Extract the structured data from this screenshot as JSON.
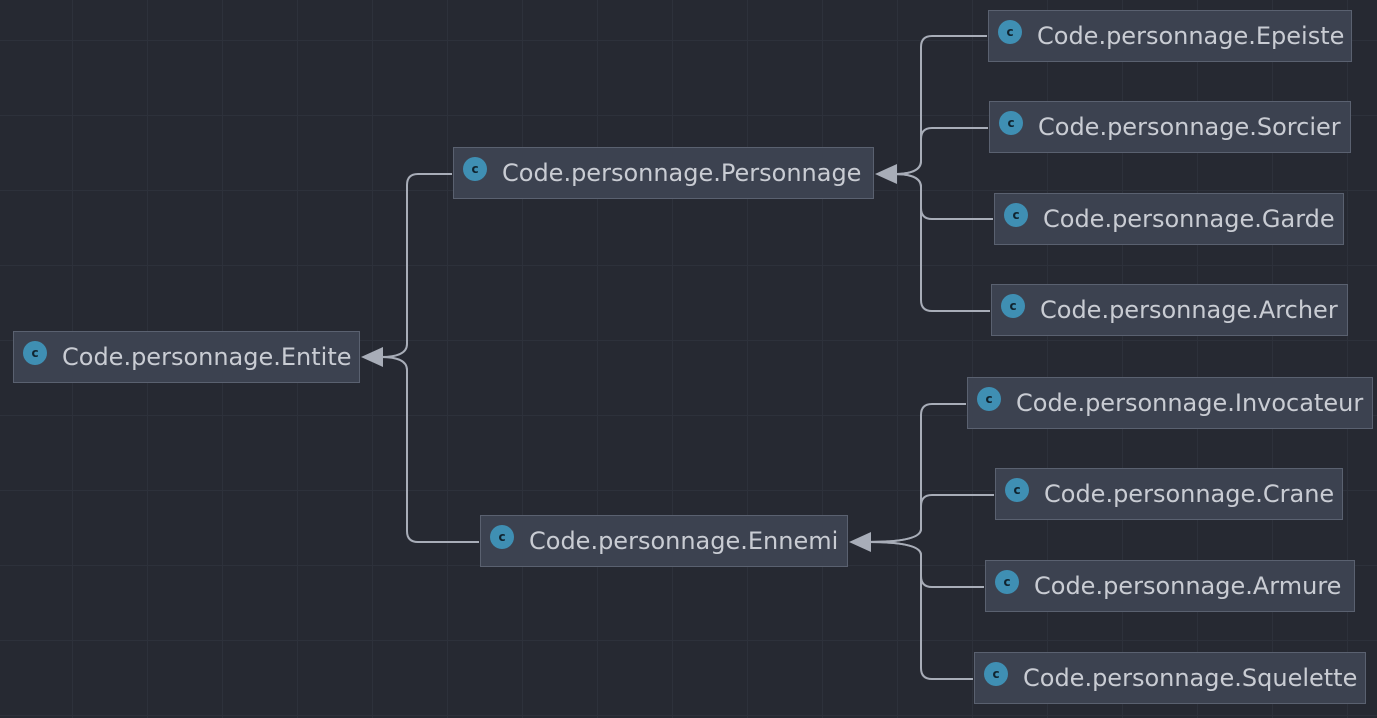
{
  "diagram": {
    "nodes": [
      {
        "id": "entite",
        "label": "Code.personnage.Entite",
        "icon": "class-c-icon"
      },
      {
        "id": "personnage",
        "label": "Code.personnage.Personnage",
        "icon": "class-c-icon"
      },
      {
        "id": "ennemi",
        "label": "Code.personnage.Ennemi",
        "icon": "class-c-icon"
      },
      {
        "id": "epeiste",
        "label": "Code.personnage.Epeiste",
        "icon": "class-c-icon"
      },
      {
        "id": "sorcier",
        "label": "Code.personnage.Sorcier",
        "icon": "class-c-icon"
      },
      {
        "id": "garde",
        "label": "Code.personnage.Garde",
        "icon": "class-c-icon"
      },
      {
        "id": "archer",
        "label": "Code.personnage.Archer",
        "icon": "class-c-icon"
      },
      {
        "id": "invocateur",
        "label": "Code.personnage.Invocateur",
        "icon": "class-c-icon"
      },
      {
        "id": "crane",
        "label": "Code.personnage.Crane",
        "icon": "class-c-icon"
      },
      {
        "id": "armure",
        "label": "Code.personnage.Armure",
        "icon": "class-c-icon"
      },
      {
        "id": "squelette",
        "label": "Code.personnage.Squelette",
        "icon": "class-c-icon"
      }
    ],
    "edges": [
      {
        "from": "personnage",
        "to": "entite",
        "type": "extends"
      },
      {
        "from": "ennemi",
        "to": "entite",
        "type": "extends"
      },
      {
        "from": "epeiste",
        "to": "personnage",
        "type": "extends"
      },
      {
        "from": "sorcier",
        "to": "personnage",
        "type": "extends"
      },
      {
        "from": "garde",
        "to": "personnage",
        "type": "extends"
      },
      {
        "from": "archer",
        "to": "personnage",
        "type": "extends"
      },
      {
        "from": "invocateur",
        "to": "ennemi",
        "type": "extends"
      },
      {
        "from": "crane",
        "to": "ennemi",
        "type": "extends"
      },
      {
        "from": "armure",
        "to": "ennemi",
        "type": "extends"
      },
      {
        "from": "squelette",
        "to": "ennemi",
        "type": "extends"
      }
    ],
    "icon_letter": "c",
    "colors": {
      "background": "#262932",
      "node_fill": "#3c4250",
      "node_border": "#5a6170",
      "text": "#c9ccd3",
      "class_icon": "#3f8fb3",
      "edge": "#a8adb8"
    }
  }
}
